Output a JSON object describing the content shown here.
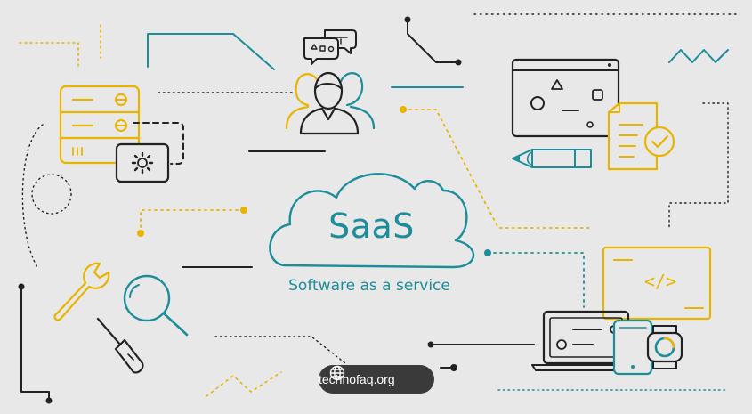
{
  "diagram": {
    "title": "SaaS",
    "subtitle": "Software as a service",
    "code_symbol": "</>",
    "watermark": "technofaq.org"
  },
  "colors": {
    "background": "#e8e8e8",
    "teal": "#1c8d99",
    "yellow": "#e8b400",
    "dark": "#222222",
    "badge": "#3a3a3a"
  },
  "icons": [
    "server-icon",
    "gear-icon",
    "chat-bubbles-icon",
    "users-icon",
    "browser-window-icon",
    "document-check-icon",
    "pencil-icon",
    "cloud-icon",
    "code-window-icon",
    "wrench-icon",
    "magnifier-icon",
    "screwdriver-icon",
    "laptop-icon",
    "phone-icon",
    "smartwatch-icon",
    "globe-icon"
  ]
}
